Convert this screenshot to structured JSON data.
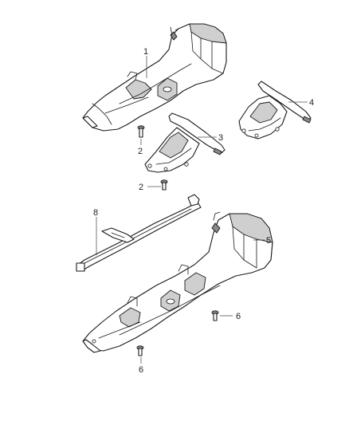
{
  "callouts": {
    "c1": "1",
    "c2a": "2",
    "c2b": "2",
    "c3": "3",
    "c4": "4",
    "c5": "5",
    "c6a": "6",
    "c6b": "6",
    "c8": "8"
  }
}
